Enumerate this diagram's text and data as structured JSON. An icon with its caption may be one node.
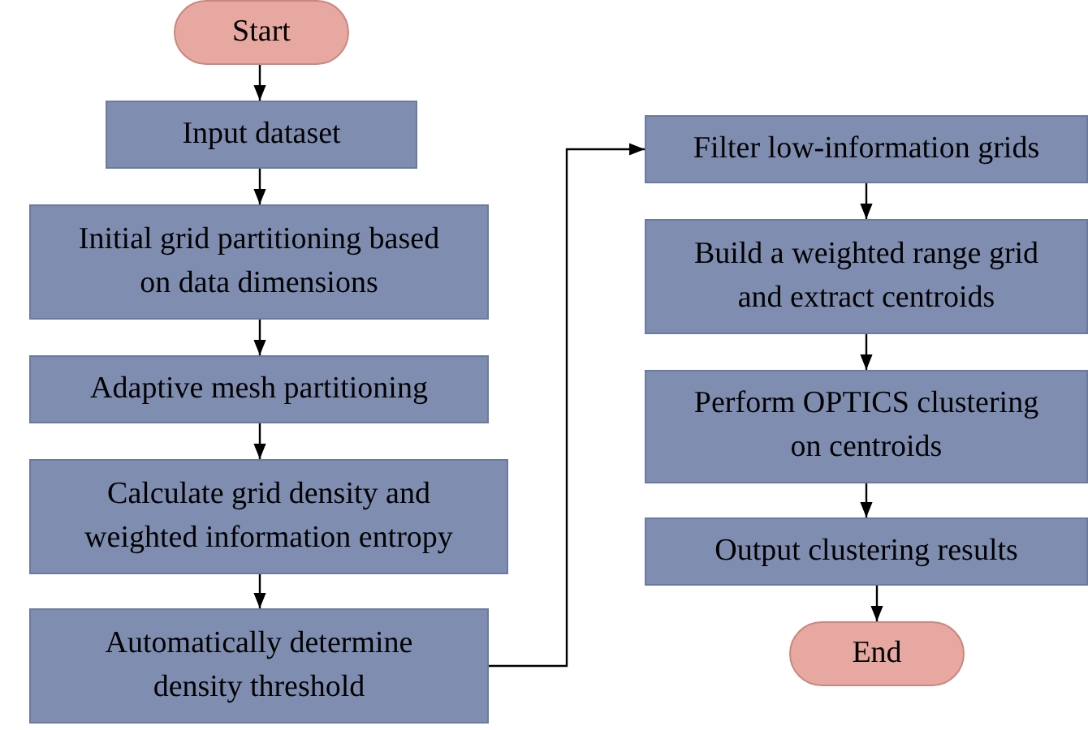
{
  "diagram": {
    "nodes": [
      {
        "text": [
          "Start"
        ]
      },
      {
        "text": [
          "Input dataset"
        ]
      },
      {
        "text": [
          "Initial grid partitioning based on data dimensions"
        ]
      },
      {
        "text": [
          "Adaptive mesh partitioning"
        ]
      },
      {
        "text": [
          "Calculate grid density and weighted information entropy"
        ]
      },
      {
        "text": [
          "Automatically determine density threshold"
        ]
      },
      {
        "text": [
          "Filter low-information grids"
        ]
      },
      {
        "text": [
          "Build a weighted range grid and extract centroids"
        ]
      },
      {
        "text": [
          "Perform OPTICS clustering on centroids"
        ]
      },
      {
        "text": [
          "Output clustering results"
        ]
      },
      {
        "text": [
          "End"
        ]
      }
    ],
    "edges": [
      {
        "from": 0,
        "to": 1,
        "arrow": "to"
      },
      {
        "from": 1,
        "to": 2,
        "arrow": "to"
      },
      {
        "from": 2,
        "to": 3,
        "arrow": "to"
      },
      {
        "from": 3,
        "to": 4,
        "arrow": "to"
      },
      {
        "from": 4,
        "to": 5,
        "arrow": "to"
      },
      {
        "from": 5,
        "to": 6,
        "arrow": "to"
      },
      {
        "from": 6,
        "to": 7,
        "arrow": "to"
      },
      {
        "from": 7,
        "to": 8,
        "arrow": "to"
      },
      {
        "from": 8,
        "to": 9,
        "arrow": "to"
      },
      {
        "from": 9,
        "to": 10,
        "arrow": "to"
      }
    ]
  }
}
